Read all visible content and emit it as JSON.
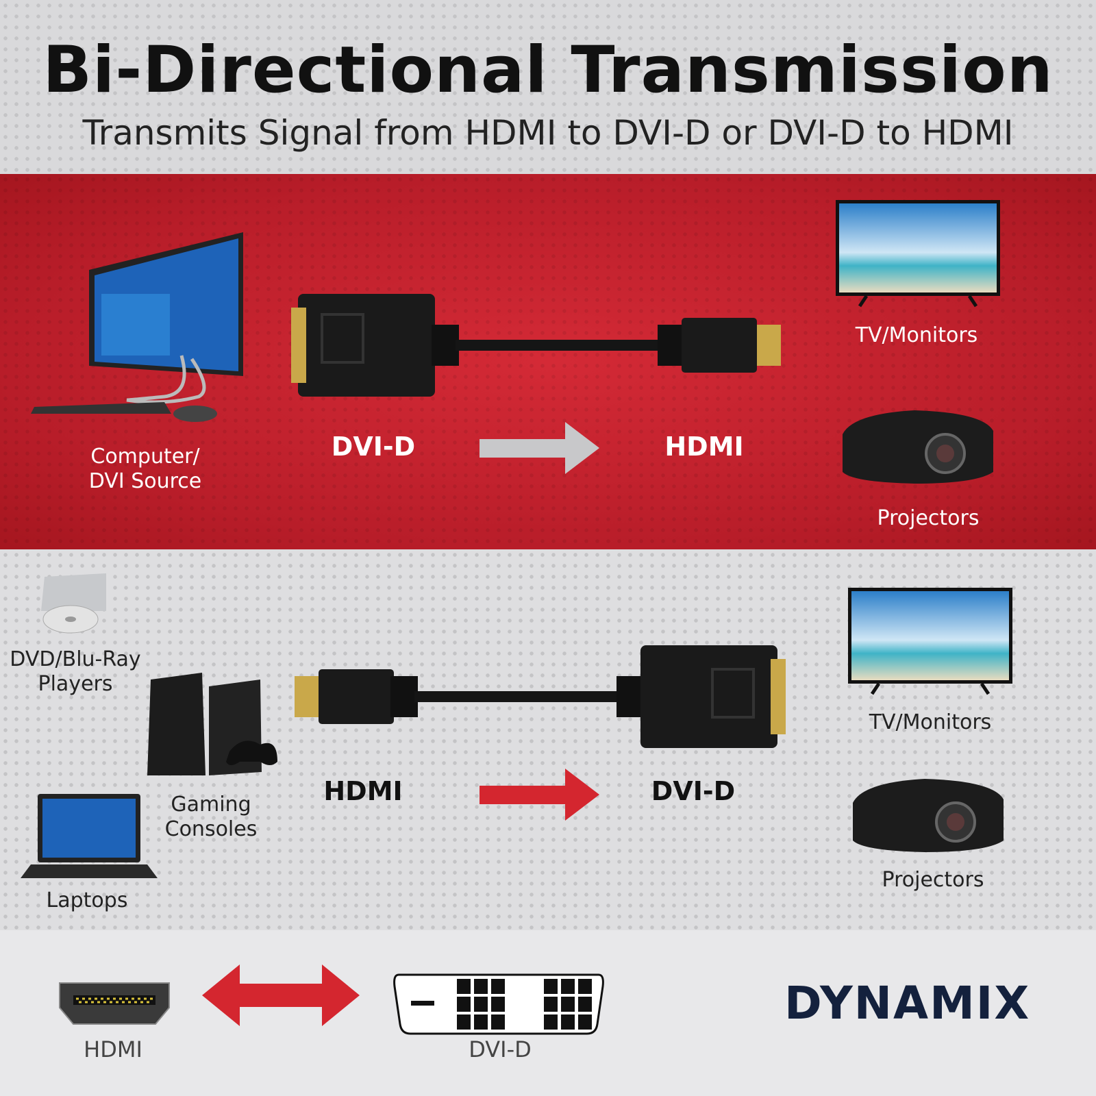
{
  "header": {
    "title": "Bi-Directional Transmission",
    "subtitle": "Transmits Signal from HDMI to DVI-D or DVI-D to HDMI"
  },
  "top_panel": {
    "source_label_1": "Computer/",
    "source_label_2": "DVI Source",
    "from_label": "DVI-D",
    "to_label": "HDMI",
    "display_label": "TV/Monitors",
    "projector_label": "Projectors",
    "arrow_color": "#c8c8ca",
    "bg_color": "#c32230"
  },
  "bottom_panel": {
    "dvd_label_1": "DVD/Blu-Ray",
    "dvd_label_2": "Players",
    "gaming_label_1": "Gaming",
    "gaming_label_2": "Consoles",
    "laptop_label": "Laptops",
    "from_label": "HDMI",
    "to_label": "DVI-D",
    "display_label": "TV/Monitors",
    "projector_label": "Projectors",
    "arrow_color": "#d4262f"
  },
  "footer": {
    "hdmi_label": "HDMI",
    "dvi_label": "DVI-D",
    "brand": "DYNAMIX",
    "brand_color": "#14213d",
    "brand_accent": "#e0343a"
  }
}
